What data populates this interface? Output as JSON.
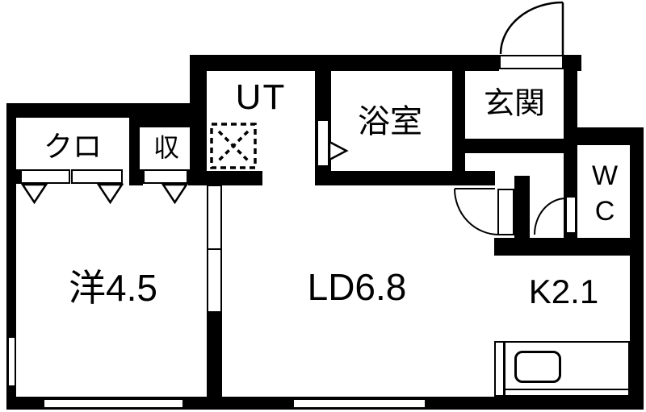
{
  "colors": {
    "wall": "#000000",
    "floor": "#ffffff",
    "line": "#000000"
  },
  "rooms": {
    "closet": {
      "label": "クロ"
    },
    "storage": {
      "label": "収"
    },
    "utility": {
      "label": "UT"
    },
    "bathroom": {
      "label": "浴室"
    },
    "entrance": {
      "label": "玄関"
    },
    "wc": {
      "line1": "W",
      "line2": "C"
    },
    "western_room": {
      "label": "洋4.5"
    },
    "living_dining": {
      "label": "LD6.8"
    },
    "kitchen": {
      "label": "K2.1"
    }
  },
  "icons": {
    "washing_machine": "dashed square with X",
    "door_swing": "quarter-circle arc",
    "folding_door_marker": "hollow triangle"
  }
}
